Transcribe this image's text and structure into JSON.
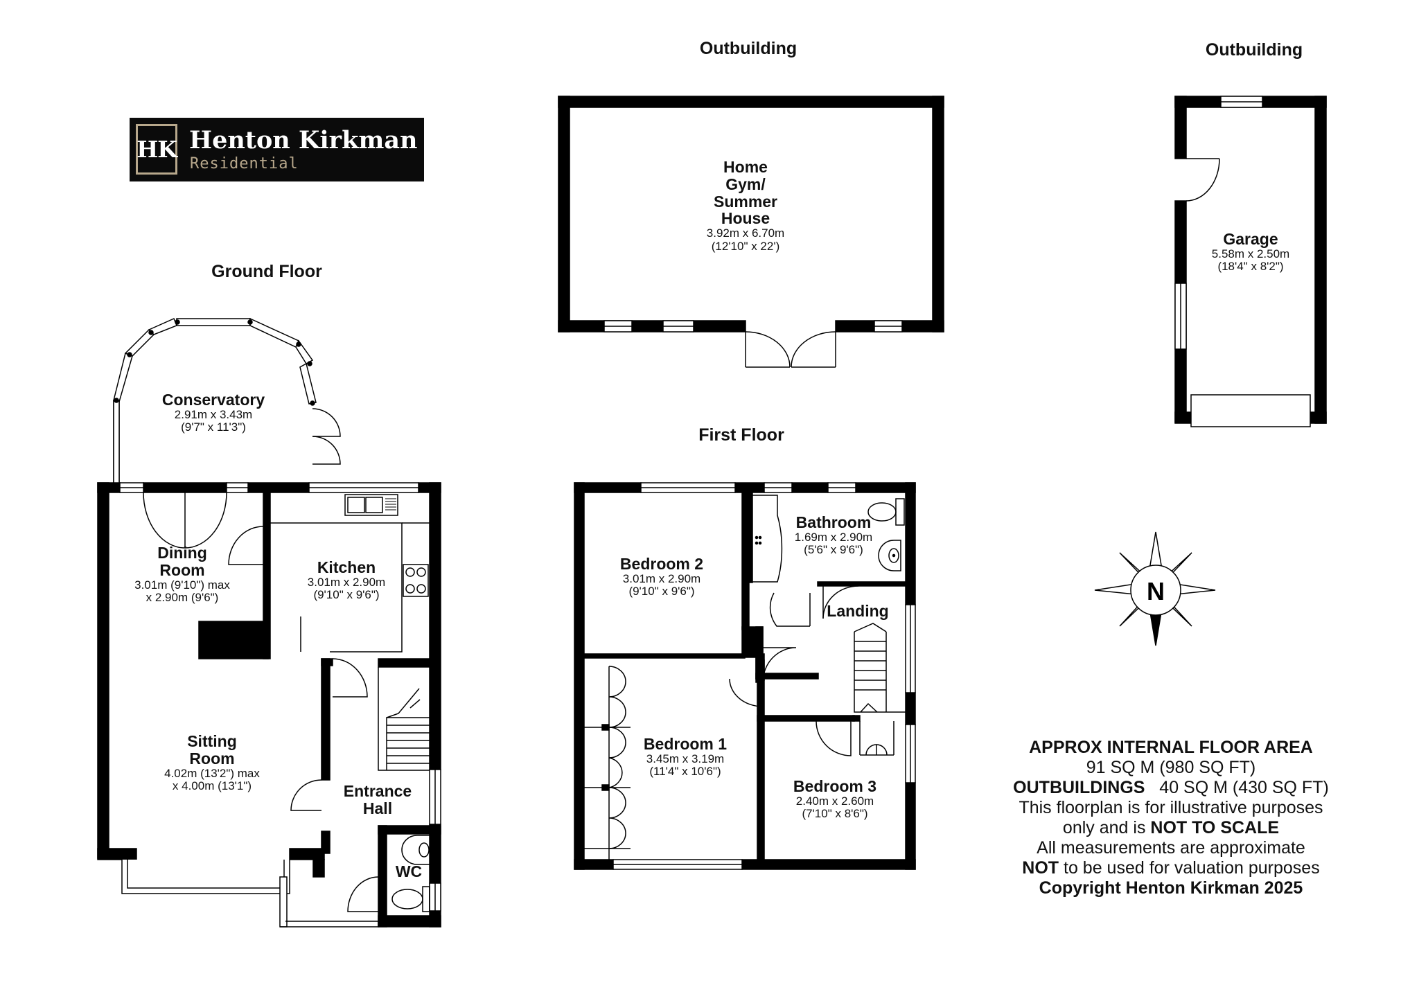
{
  "headers": {
    "outbuilding_1": "Outbuilding",
    "outbuilding_2": "Outbuilding",
    "ground_floor": "Ground Floor",
    "first_floor": "First Floor"
  },
  "logo": {
    "monogram": "HK",
    "name": "Henton Kirkman",
    "subtitle": "Residential"
  },
  "rooms": {
    "gym": {
      "name_lines": [
        "Home",
        "Gym/",
        "Summer",
        "House"
      ],
      "dim_1": "3.92m x 6.70m",
      "dim_2": "(12'10\" x 22')"
    },
    "garage": {
      "name": "Garage",
      "dim_1": "5.58m x 2.50m",
      "dim_2": "(18'4\" x 8'2\")"
    },
    "conservatory": {
      "name": "Conservatory",
      "dim_1": "2.91m x 3.43m",
      "dim_2": "(9'7\" x 11'3\")"
    },
    "dining": {
      "name_lines": [
        "Dining",
        "Room"
      ],
      "dim_1": "3.01m (9'10\") max",
      "dim_2": "x 2.90m (9'6\")"
    },
    "kitchen": {
      "name": "Kitchen",
      "dim_1": "3.01m x 2.90m",
      "dim_2": "(9'10\" x 9'6\")"
    },
    "sitting": {
      "name_lines": [
        "Sitting",
        "Room"
      ],
      "dim_1": "4.02m (13'2\") max",
      "dim_2": "x 4.00m (13'1\")"
    },
    "entrance": {
      "name_lines": [
        "Entrance",
        "Hall"
      ]
    },
    "wc": {
      "name": "WC"
    },
    "bedroom2": {
      "name": "Bedroom 2",
      "dim_1": "3.01m x 2.90m",
      "dim_2": "(9'10\" x 9'6\")"
    },
    "bathroom": {
      "name": "Bathroom",
      "dim_1": "1.69m x 2.90m",
      "dim_2": "(5'6\" x 9'6\")"
    },
    "landing": {
      "name": "Landing"
    },
    "bedroom1": {
      "name": "Bedroom 1",
      "dim_1": "3.45m x 3.19m",
      "dim_2": "(11'4\" x 10'6\")"
    },
    "bedroom3": {
      "name": "Bedroom 3",
      "dim_1": "2.40m x 2.60m",
      "dim_2": "(7'10\" x 8'6\")"
    }
  },
  "compass": {
    "label": "N"
  },
  "area_info": {
    "line_1": "APPROX INTERNAL FLOOR AREA",
    "line_2": "91 SQ M (980 SQ FT)",
    "line_3a": "OUTBUILDINGS",
    "line_3b": "40 SQ M (430 SQ FT)",
    "line_4": "This floorplan is for illustrative purposes",
    "line_5a": "only and is ",
    "line_5b": "NOT TO SCALE",
    "line_6": "All measurements are approximate",
    "line_7a": "NOT",
    "line_7b": " to be used for valuation purposes",
    "line_8": "Copyright Henton Kirkman 2025"
  },
  "colors": {
    "wall": "#000000",
    "logo_bg": "#0b0b0b",
    "logo_accent": "#b8a88c"
  }
}
